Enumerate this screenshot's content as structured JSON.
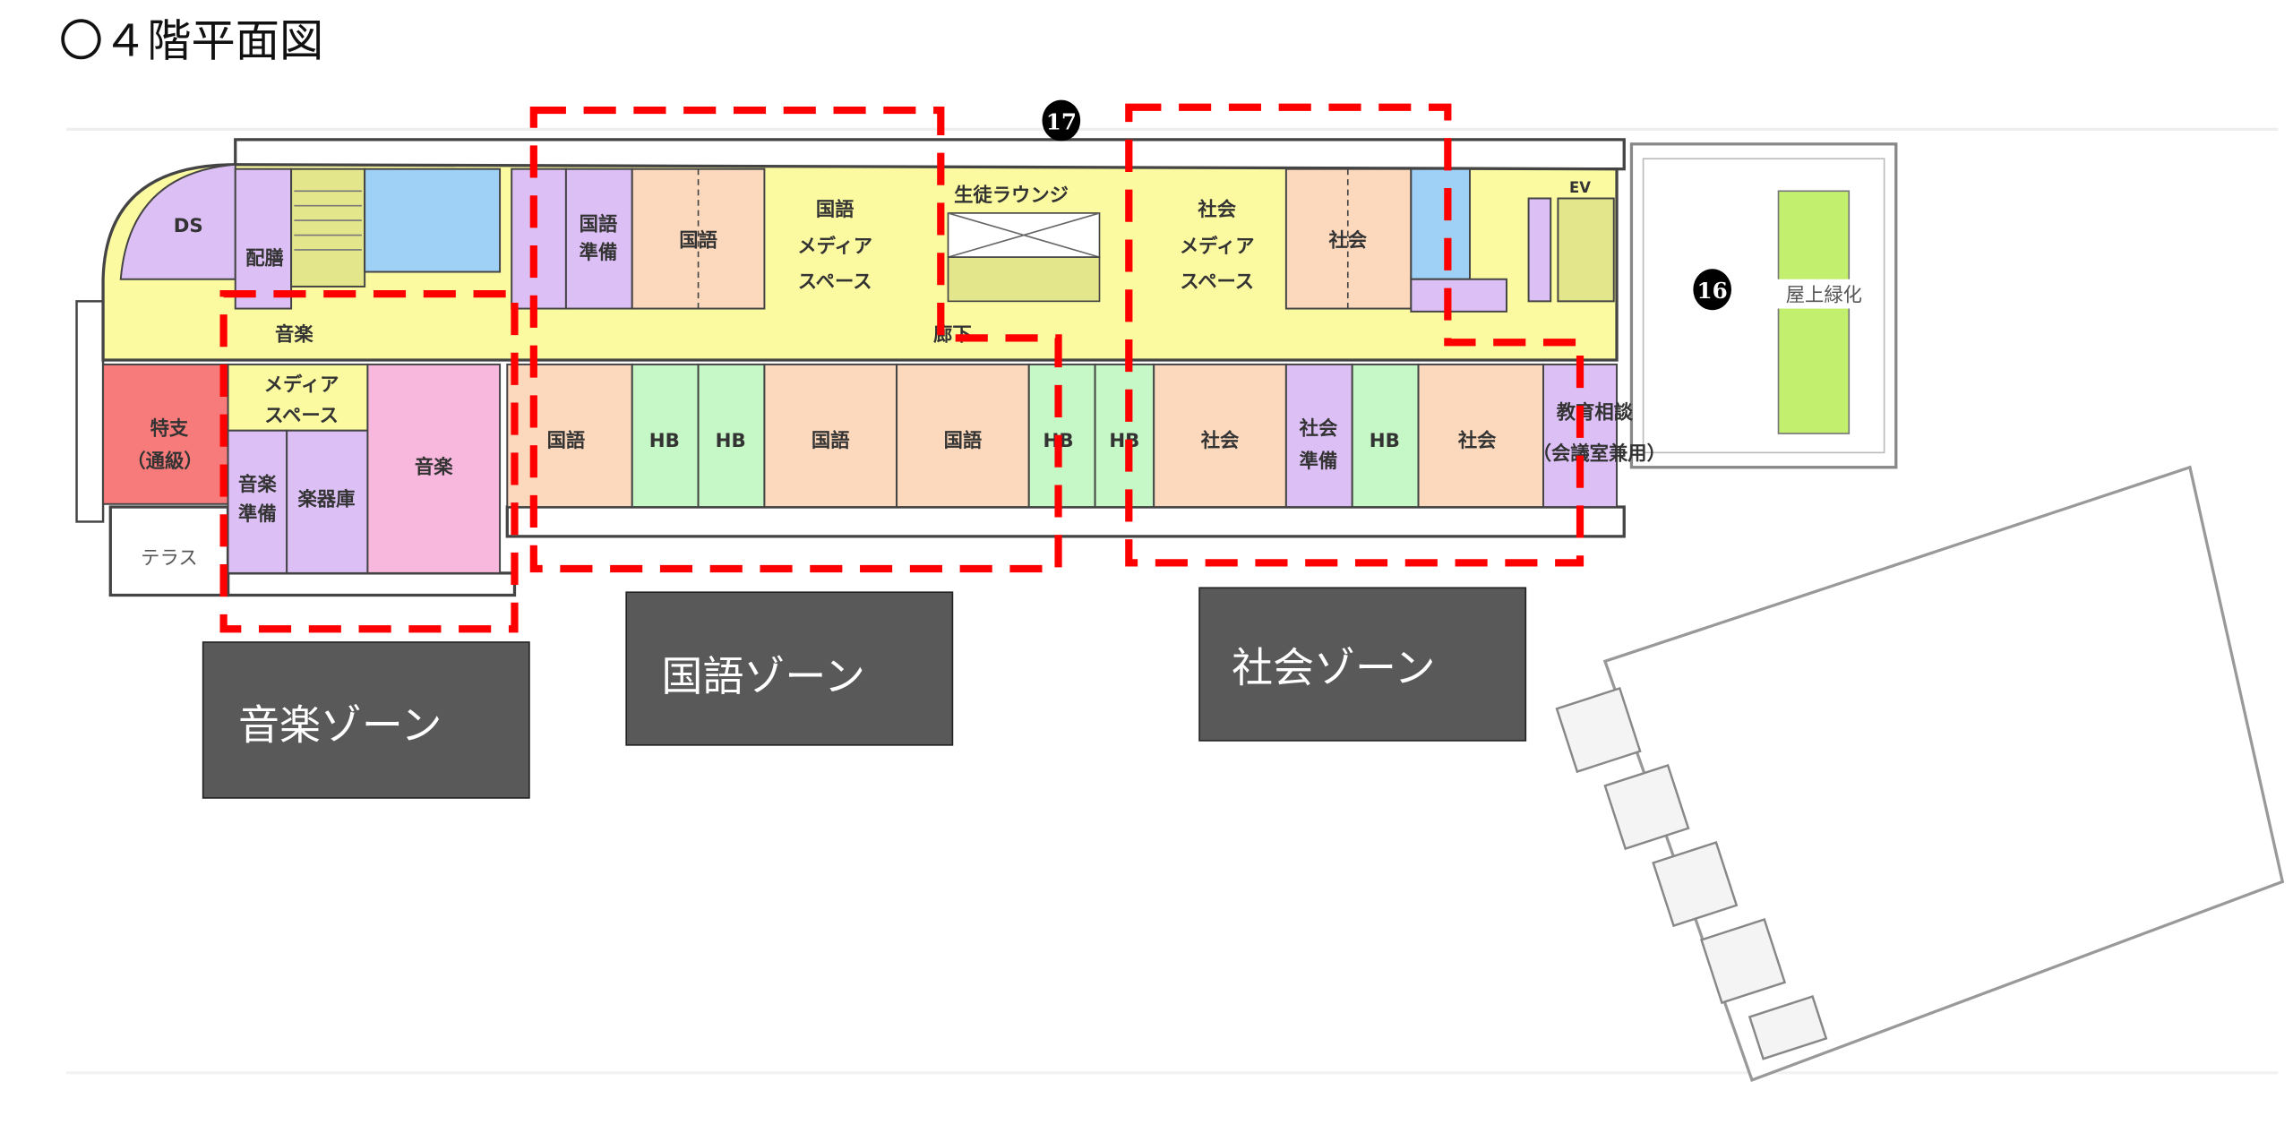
{
  "title": "〇４階平面図",
  "markers": {
    "m17": "17",
    "m16": "16"
  },
  "rooms": {
    "ds": "DS",
    "haizen": "配膳",
    "ev": "EV",
    "kokugo_junbi": [
      "国語",
      "準備"
    ],
    "kokugo_top": "国語",
    "kokugo_media": [
      "国語",
      "メディア",
      "スペース"
    ],
    "lounge": "生徒ラウンジ",
    "rouka": "廊下",
    "shakai_media": [
      "社会",
      "メディア",
      "スペース"
    ],
    "shakai_top": "社会",
    "ongaku_media": [
      "音楽",
      "メディア",
      "スペース"
    ],
    "tokushi": [
      "特支",
      "（通級）"
    ],
    "ongaku_junbi": [
      "音楽",
      "準備"
    ],
    "gakkiko": "楽器庫",
    "ongaku": "音楽",
    "terrace": "テラス",
    "kokugo_b1": "国語",
    "hb": "HB",
    "kokugo_b2": "国語",
    "kokugo_b3": "国語",
    "shakai_b1": "社会",
    "shakai_junbi": [
      "社会",
      "準備"
    ],
    "shakai_b2": "社会",
    "kyoiku_soudan": [
      "教育相談",
      "（会議室兼用）"
    ],
    "rooftop": "屋上緑化"
  },
  "zones": {
    "ongaku": "音楽ゾーン",
    "kokugo": "国語ゾーン",
    "shakai": "社会ゾーン"
  },
  "colors": {
    "zone_outline": "#ff0000",
    "zone_label_bg": "#595959",
    "prep_room": "#dcc0f5",
    "classroom": "#fcd9bc",
    "media_space": "#fbfaa0",
    "toilet": "#9fd0f5",
    "hb": "#c5f8c6",
    "music": "#f8b7dc",
    "special": "#f77b7b",
    "rooftop_green": "#c2f06e"
  }
}
